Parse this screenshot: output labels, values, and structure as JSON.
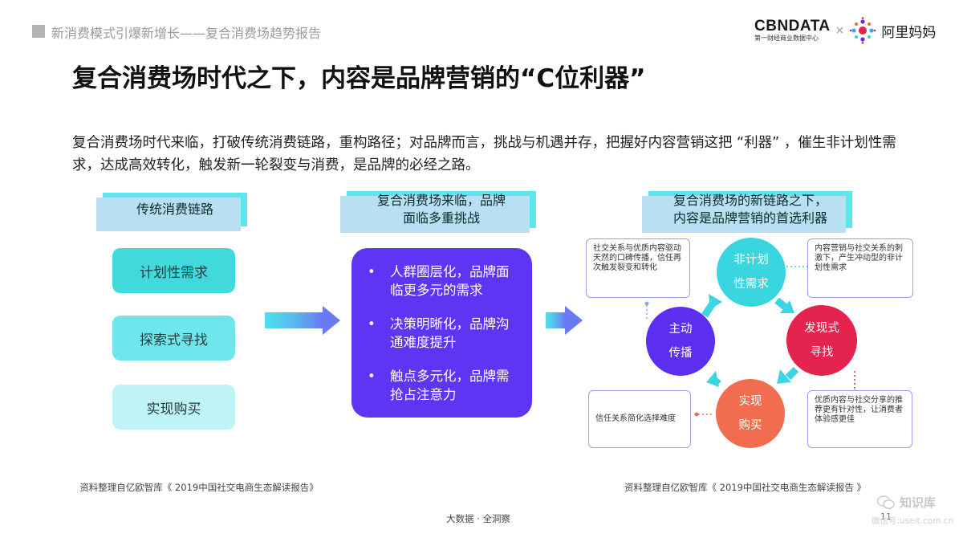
{
  "header": {
    "report_title": "新消费模式引爆新增长——复合消费场趋势报告",
    "cbn_logo": "CBNDATA",
    "cbn_sub": "第一财经商业数据中心",
    "times": "×",
    "partner_name": "阿里妈妈",
    "partner_icon": "alimama-dots-icon"
  },
  "slide": {
    "title": "复合消费场时代之下，内容是品牌营销的“C位利器”",
    "intro": "复合消费场时代来临，打破传统消费链路，重构路径；对品牌而言，挑战与机遇并存，把握好内容营销这把 “利器” ，催生非计划性需求，达成高效转化，触发新一轮裂变与消费，是品牌的必经之路。"
  },
  "left": {
    "header": "传统消费链路",
    "steps": [
      "计划性需求",
      "探索式寻找",
      "实现购买"
    ],
    "colors": [
      "#41d9dc",
      "#6ee6ec",
      "#bff4f6"
    ]
  },
  "middle": {
    "header": "复合消费场来临，品牌面临多重挑战",
    "header_line1": "复合消费场来临，品牌",
    "header_line2": "面临多重挑战",
    "bullets": [
      "人群圈层化，品牌面临更多元的需求",
      "决策明晰化，品牌沟通难度提升",
      "触点多元化，品牌需抢占注意力"
    ]
  },
  "right": {
    "header_line1": "复合消费场的新链路之下，",
    "header_line2": "内容是品牌营销的首选利器",
    "circles": {
      "unplanned": {
        "l1": "非计划",
        "l2": "性需求",
        "color": "#39d6df"
      },
      "discover": {
        "l1": "发现式",
        "l2": "寻找",
        "color": "#e4244f"
      },
      "purchase": {
        "l1": "实现",
        "l2": "购买",
        "color": "#f26d4f"
      },
      "spread": {
        "l1": "主动",
        "l2": "传播",
        "color": "#5b2ef0"
      }
    },
    "notes": {
      "top_left": "社交关系与优质内容驱动天然的口碑传播，信任再次触发裂变和转化",
      "top_right": "内容营销与社交关系的刺激下，产生冲动型的非计划性需求",
      "bottom_left": "信任关系简化选择难度",
      "bottom_right": "优质内容与社交分享的推荐更有针对性，让消费者体验感更佳"
    }
  },
  "sources": {
    "left": "资料整理自亿欧智库《 2019中国社交电商生态解读报告》",
    "right": "资料整理自亿欧智库《 2019中国社交电商生态解读报告 》"
  },
  "footer": {
    "text": "大数据 · 全洞察",
    "page": "11",
    "watermark_name": "知识库",
    "watermark_url": "微信号:useit.com.cn"
  },
  "theme": {
    "accent_cyan": "#5ce7ee",
    "accent_purple": "#5d35f2",
    "accent_red": "#e4244f",
    "accent_orange": "#f26d4f"
  }
}
